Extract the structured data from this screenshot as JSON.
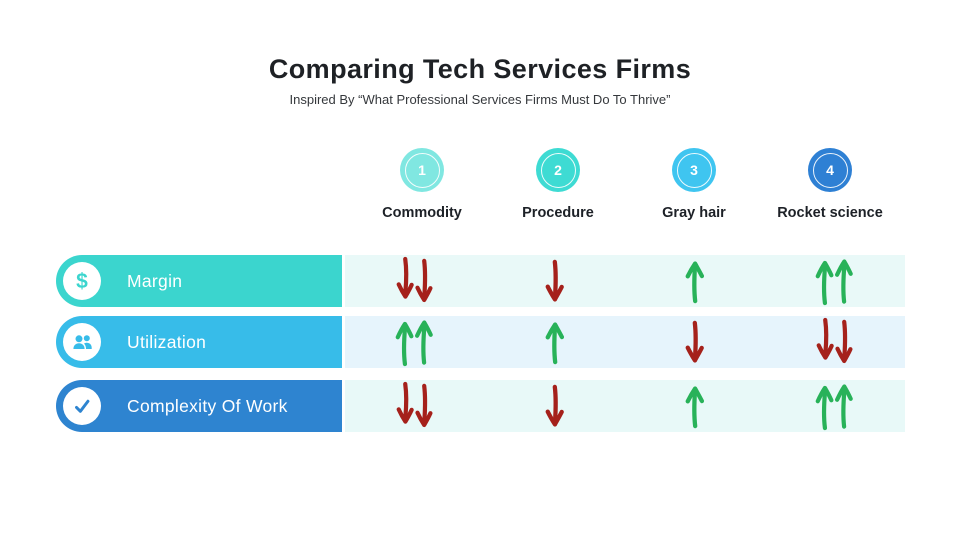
{
  "page": {
    "title": "Comparing Tech Services Firms",
    "subtitle": "Inspired By “What Professional Services Firms Must Do To Thrive”"
  },
  "columns": [
    {
      "number": "1",
      "label": "Commodity",
      "circle_color": "#80E7E1"
    },
    {
      "number": "2",
      "label": "Procedure",
      "circle_color": "#3EDBD3"
    },
    {
      "number": "3",
      "label": "Gray hair",
      "circle_color": "#3FC5F0"
    },
    {
      "number": "4",
      "label": "Rocket science",
      "circle_color": "#2E80D4"
    }
  ],
  "rows": [
    {
      "label": "Margin",
      "icon": "dollar-icon",
      "pill_color": "#3BD5CE",
      "band_color": "#E9F9F8",
      "cells": [
        "down-double",
        "down-single",
        "up-single",
        "up-double"
      ]
    },
    {
      "label": "Utilization",
      "icon": "users-icon",
      "pill_color": "#37BCE9",
      "band_color": "#E6F4FC",
      "cells": [
        "up-double",
        "up-single",
        "down-single",
        "down-double"
      ]
    },
    {
      "label": "Complexity Of Work",
      "icon": "check-icon",
      "pill_color": "#2E84D0",
      "band_color": "#E8F9F8",
      "cells": [
        "down-double",
        "down-single",
        "up-single",
        "up-double"
      ]
    }
  ],
  "arrow_colors": {
    "up": "#28B259",
    "down": "#A5211B"
  }
}
